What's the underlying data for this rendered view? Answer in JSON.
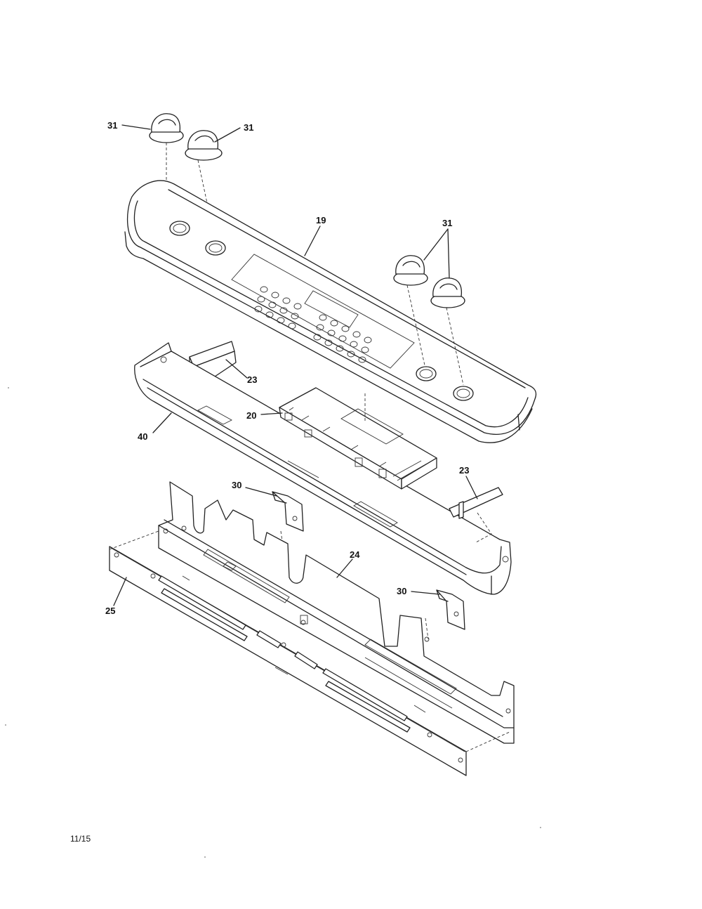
{
  "callouts": [
    {
      "label": "31"
    },
    {
      "label": "31"
    },
    {
      "label": "19"
    },
    {
      "label": "31"
    },
    {
      "label": "23"
    },
    {
      "label": "20"
    },
    {
      "label": "40"
    },
    {
      "label": "23"
    },
    {
      "label": "30"
    },
    {
      "label": "24"
    },
    {
      "label": "30"
    },
    {
      "label": "25"
    }
  ],
  "footer": {
    "page_code": "11/15"
  }
}
